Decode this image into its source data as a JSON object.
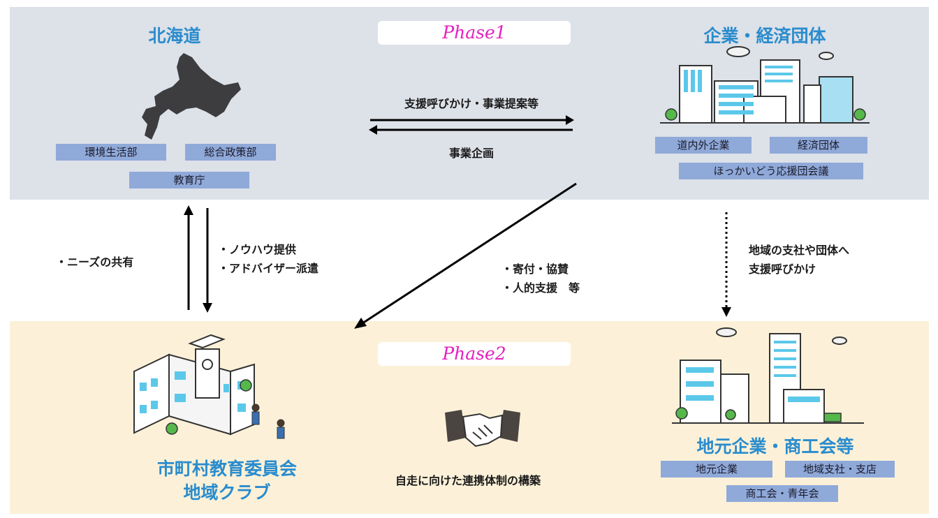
{
  "phase1": "Phase1",
  "phase2": "Phase2",
  "hokkaido": {
    "title": "北海道",
    "departments": [
      "環境生活部",
      "総合政策部",
      "教育庁"
    ]
  },
  "companies": {
    "title": "企業・経済団体",
    "tags": [
      "道内外企業",
      "経済団体",
      "ほっかいどう応援団会議"
    ]
  },
  "exchange": {
    "to_companies": "支援呼びかけ・事業提案等",
    "to_hokkaido": "事業企画"
  },
  "vertical_left": {
    "up_label": "・ニーズの共有",
    "down_label": "・ノウハウ提供\n・アドバイザー派遣"
  },
  "diagonal_label": "・寄付・協賛\n・人的支援　等",
  "dotted_label": "地域の支社や団体へ\n支援呼びかけ",
  "municipal": {
    "title": "市町村教育委員会\n地域クラブ"
  },
  "center_caption": "自走に向けた連携体制の構築",
  "local": {
    "title": "地元企業・商工会等",
    "tags": [
      "地元企業",
      "地域支社・支店",
      "商工会・青年会"
    ]
  },
  "colors": {
    "top_band": "#dde1e8",
    "bottom_band": "#fcf1d8",
    "title_blue": "#2a8ccd",
    "phase_pink": "#e41fbd",
    "tag_blue": "#8fa9d9"
  }
}
